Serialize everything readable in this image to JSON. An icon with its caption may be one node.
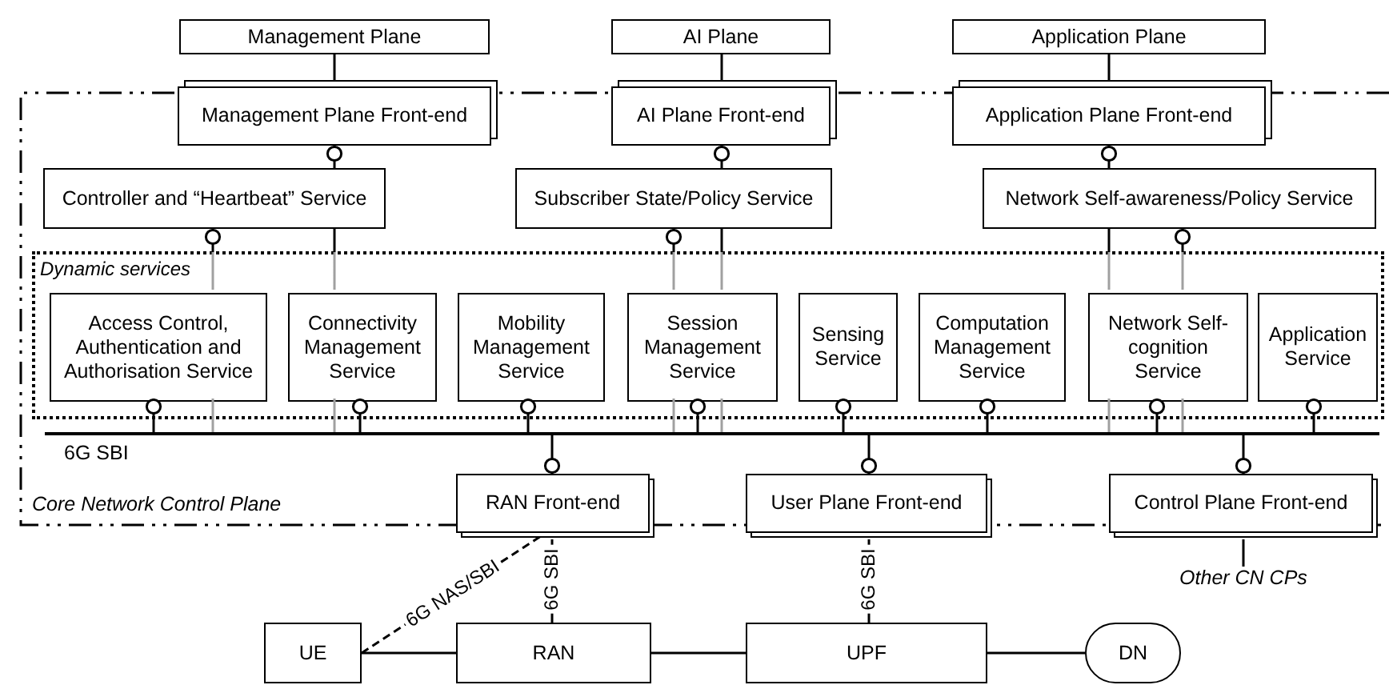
{
  "diagram": {
    "nodes": [
      {
        "text": [
          "Management Plane"
        ]
      },
      {
        "text": [
          "AI Plane"
        ]
      },
      {
        "text": [
          "Application Plane"
        ]
      },
      {
        "text": [
          "Core Network Control Plane"
        ]
      },
      {
        "text": [
          "Management Plane Front-end"
        ]
      },
      {
        "text": [
          "AI Plane Front-end"
        ]
      },
      {
        "text": [
          "Application Plane Front-end"
        ]
      },
      {
        "text": [
          "Controller and “Heartbeat” Service"
        ],
        "in": 3
      },
      {
        "text": [
          "Subscriber State/Policy Service"
        ],
        "in": 3
      },
      {
        "text": [
          "Network Self-awareness/Policy Service"
        ],
        "in": 3
      },
      {
        "text": [
          "Dynamic services"
        ],
        "in": 3
      },
      {
        "text": [
          "Access Control, Authentication and Authorisation Service"
        ],
        "in": 10
      },
      {
        "text": [
          "Connectivity Management Service"
        ],
        "in": 10
      },
      {
        "text": [
          "Mobility Management Service"
        ],
        "in": 10
      },
      {
        "text": [
          "Session Management Service"
        ],
        "in": 10
      },
      {
        "text": [
          "Sensing Service"
        ],
        "in": 10
      },
      {
        "text": [
          "Computation Management Service"
        ],
        "in": 10
      },
      {
        "text": [
          "Network Self-cognition Service"
        ],
        "in": 10
      },
      {
        "text": [
          "Application Service"
        ],
        "in": 10
      },
      {
        "text": [],
        "shape": "bar",
        "beside": [
          "6G SBI"
        ],
        "in": 3
      },
      {
        "text": [
          "RAN Front-end"
        ]
      },
      {
        "text": [
          "User Plane Front-end"
        ]
      },
      {
        "text": [
          "Control Plane Front-end"
        ]
      },
      {
        "text": [
          "Other CN CPs"
        ]
      },
      {
        "text": [
          "UE"
        ]
      },
      {
        "text": [
          "RAN"
        ]
      },
      {
        "text": [
          "UPF"
        ]
      },
      {
        "text": [
          "DN"
        ]
      }
    ],
    "edges": [
      {
        "from": 0,
        "to": 4,
        "arrow": "none"
      },
      {
        "from": 1,
        "to": 5,
        "arrow": "none"
      },
      {
        "from": 2,
        "to": 6,
        "arrow": "none"
      },
      {
        "from": 4,
        "to": 7,
        "arrow": "other"
      },
      {
        "from": 5,
        "to": 8,
        "arrow": "other"
      },
      {
        "from": 6,
        "to": 9,
        "arrow": "other"
      },
      {
        "from": 7,
        "to": 11,
        "arrow": "other"
      },
      {
        "from": 7,
        "to": 12,
        "arrow": "none"
      },
      {
        "from": 8,
        "to": 14,
        "arrow": "other"
      },
      {
        "from": 8,
        "to": 14,
        "arrow": "none"
      },
      {
        "from": 9,
        "to": 17,
        "arrow": "none"
      },
      {
        "from": 9,
        "to": 17,
        "arrow": "other"
      },
      {
        "from": 11,
        "to": 19,
        "arrow": "other"
      },
      {
        "from": 12,
        "to": 19,
        "arrow": "other"
      },
      {
        "from": 13,
        "to": 19,
        "arrow": "other"
      },
      {
        "from": 14,
        "to": 19,
        "arrow": "other"
      },
      {
        "from": 15,
        "to": 19,
        "arrow": "other"
      },
      {
        "from": 16,
        "to": 19,
        "arrow": "other"
      },
      {
        "from": 17,
        "to": 19,
        "arrow": "other"
      },
      {
        "from": 18,
        "to": 19,
        "arrow": "other"
      },
      {
        "from": 20,
        "to": 19,
        "arrow": "other"
      },
      {
        "from": 21,
        "to": 19,
        "arrow": "other"
      },
      {
        "from": 22,
        "to": 19,
        "arrow": "other"
      },
      {
        "from": 22,
        "to": 23,
        "arrow": "none"
      },
      {
        "from": 24,
        "to": 20,
        "arrow": "none",
        "style": "dashed",
        "label": "6G NAS/SBI"
      },
      {
        "from": 25,
        "to": 20,
        "arrow": "none",
        "label": "6G SBI"
      },
      {
        "from": 26,
        "to": 21,
        "arrow": "none",
        "label": "6G SBI"
      },
      {
        "from": 24,
        "to": 25,
        "arrow": "none"
      },
      {
        "from": 25,
        "to": 26,
        "arrow": "none"
      },
      {
        "from": 26,
        "to": 27,
        "arrow": "none"
      },
      {
        "from": 11,
        "to": 19,
        "arrow": "none",
        "color": "#a0a0a0"
      },
      {
        "from": 12,
        "to": 19,
        "arrow": "none",
        "color": "#a0a0a0"
      },
      {
        "from": 14,
        "to": 19,
        "arrow": "none",
        "color": "#a0a0a0"
      },
      {
        "from": 14,
        "to": 19,
        "arrow": "none",
        "color": "#a0a0a0"
      },
      {
        "from": 17,
        "to": 19,
        "arrow": "none",
        "color": "#a0a0a0"
      },
      {
        "from": 17,
        "to": 19,
        "arrow": "none",
        "color": "#a0a0a0"
      }
    ]
  }
}
